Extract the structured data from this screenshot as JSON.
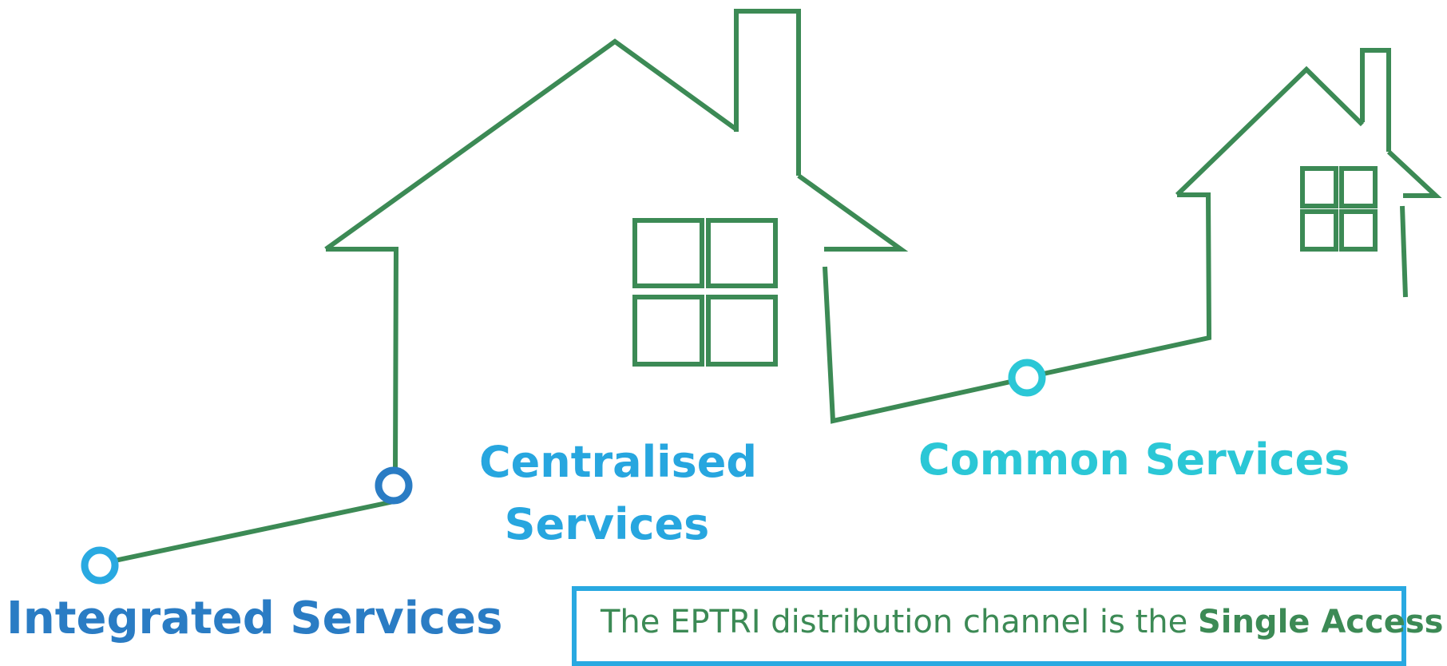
{
  "colors": {
    "house_line": "#3c8a55",
    "node_integrated": "#29a9e1",
    "node_centralised": "#2a7cc4",
    "node_common": "#2bc7d6",
    "callout_border": "#29a9e1",
    "callout_text": "#3c8a55"
  },
  "labels": {
    "integrated": "Integrated Services",
    "centralised_line1": "Centralised",
    "centralised_line2": "Services",
    "common": "Common Services"
  },
  "callout": {
    "text": "The EPTRI distribution channel is the ",
    "bold": "Single Access"
  }
}
